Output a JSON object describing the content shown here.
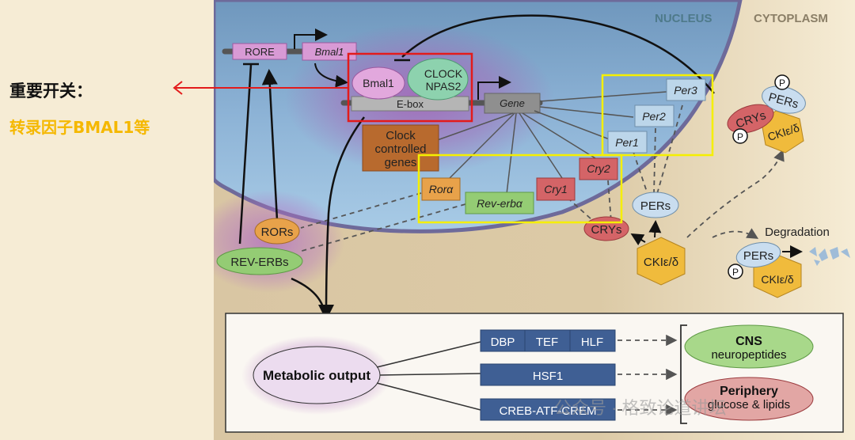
{
  "annotation": {
    "title": "重要开关：",
    "subtitle": "转录因子BMAL1等",
    "arrow_color": "#e31b1b",
    "highlight_red": "#e31b1b",
    "highlight_yellow": "#f5ef00"
  },
  "regions": {
    "nucleus": "NUCLEUS",
    "cytoplasm": "CYTOPLASM"
  },
  "promoter": {
    "rore": "RORE",
    "bmal1_gene": "Bmal1"
  },
  "complex": {
    "bmal1": "Bmal1",
    "clock_line1": "CLOCK",
    "clock_line2": "NPAS2",
    "ebox": "E-box",
    "gene": "Gene"
  },
  "targets": {
    "ccg_line1": "Clock",
    "ccg_line2": "controlled",
    "ccg_line3": "genes",
    "rora": "Rorα",
    "reverba": "Rev-erbα",
    "cry1": "Cry1",
    "cry2": "Cry2",
    "per1": "Per1",
    "per2": "Per2",
    "per3": "Per3"
  },
  "proteins": {
    "rors": "RORs",
    "reverbs": "REV-ERBs",
    "crys": "CRYs",
    "pers": "PERs",
    "cki": "CKIε/δ",
    "phospho": "P",
    "degradation": "Degradation"
  },
  "output": {
    "metabolic": "Metabolic output",
    "dbp": "DBP",
    "tef": "TEF",
    "hlf": "HLF",
    "hsf1": "HSF1",
    "creb": "CREB-ATF-CREM",
    "cns_title": "CNS",
    "cns_sub": "neuropeptides",
    "periphery_title": "Periphery",
    "periphery_sub": "glucose & lipids"
  },
  "watermark": "公众号 · 格致论道讲坛"
}
